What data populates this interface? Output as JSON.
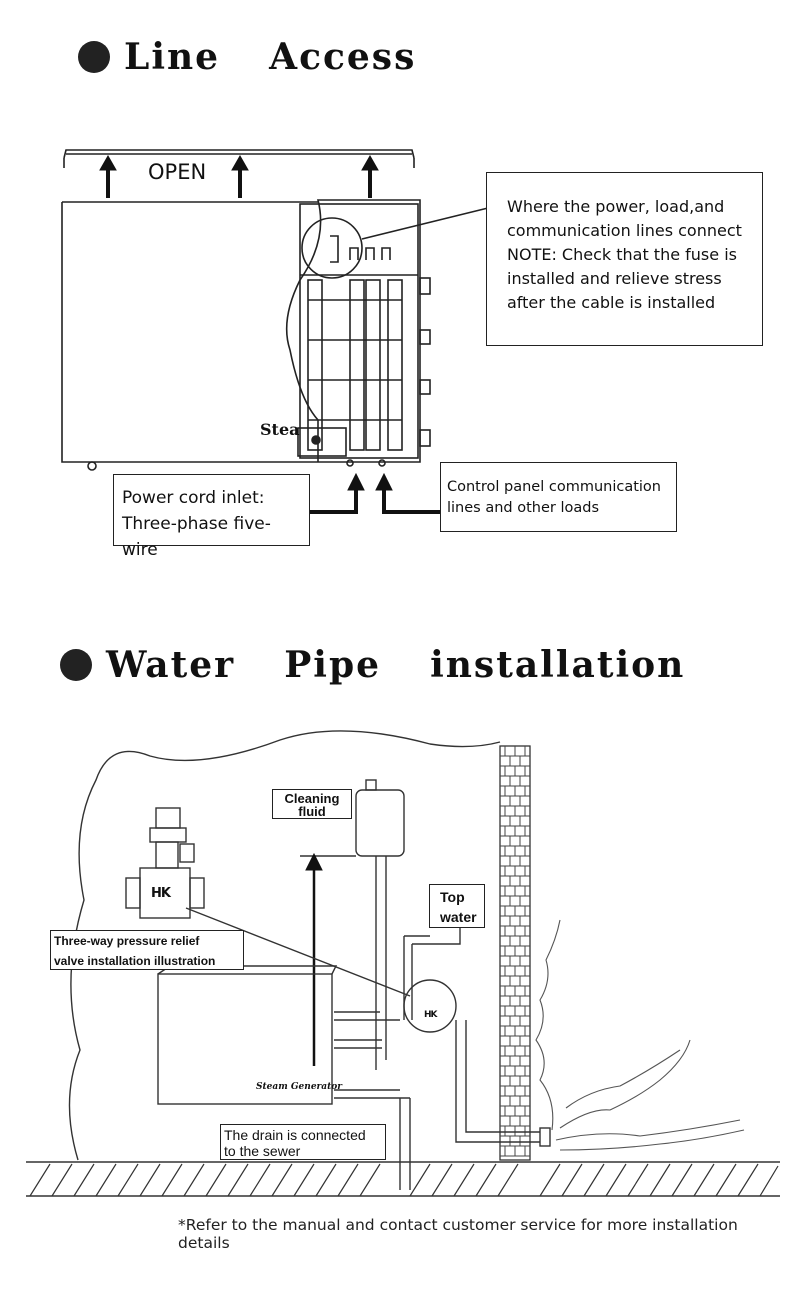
{
  "sections": {
    "line_access": {
      "title": "Line  Access",
      "open_label": "OPEN",
      "unit_brand_partial": "Stea",
      "callout_connect": {
        "line1": "Where the power, load,and",
        "line2": "communication lines connect",
        "line3": "NOTE: Check that the fuse is",
        "line4": "installed and relieve stress",
        "line5": "after the cable is installed"
      },
      "callout_power": {
        "line1": "Power cord inlet:",
        "line2": "Three-phase five-wire"
      },
      "callout_control": {
        "line1": "Control panel communication",
        "line2": "lines and other loads"
      }
    },
    "water_pipe": {
      "title": "Water  Pipe  installation",
      "cleaning_fluid": {
        "line1": "Cleaning",
        "line2": "fluid"
      },
      "top_water": {
        "line1": "Top",
        "line2": "water"
      },
      "valve_label": {
        "line1": "Three-way pressure relief",
        "line2": "valve installation illustration"
      },
      "drain_label": {
        "line1": "The drain is connected",
        "line2": "to the sewer"
      },
      "generator_label": "Steam Generator",
      "valve_logo": "HK"
    }
  },
  "footnote": "*Refer to the manual and contact customer service for more installation details"
}
